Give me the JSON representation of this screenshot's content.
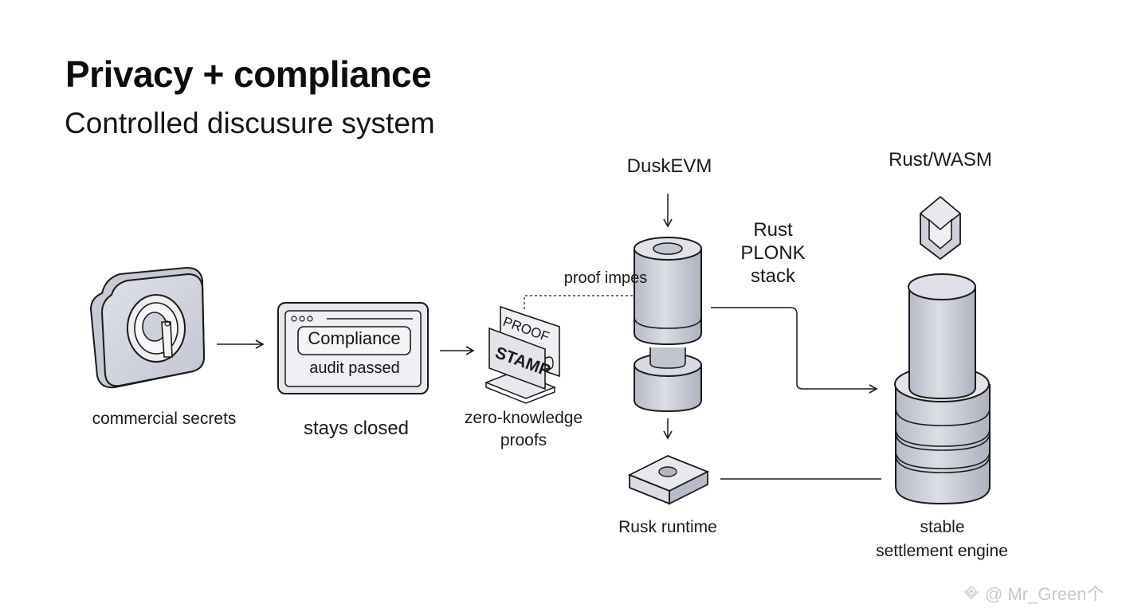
{
  "header": {
    "title": "Privacy + compliance",
    "subtitle": "Controlled discusure system"
  },
  "nodes": {
    "secrets": {
      "label": "commercial secrets",
      "icon": "vault-safe-icon"
    },
    "compliance": {
      "badge": "Compliance",
      "status": "audit passed",
      "label": "stays closed",
      "icon": "browser-window-icon"
    },
    "zk": {
      "stamp_top": "PROOF",
      "stamp_front": "STAMP",
      "label_line1": "zero-knowledge",
      "label_line2": "proofs",
      "icon": "proof-stamp-icon"
    },
    "duskevm": {
      "label": "DuskEVM",
      "icon": "cylinder-stack-icon"
    },
    "proof_link": {
      "label": "proof impes"
    },
    "plonk": {
      "line1": "Rust",
      "line2": "PLONK",
      "line3": "stack"
    },
    "rusk": {
      "label": "Rusk runtime",
      "icon": "block-icon"
    },
    "wasm": {
      "label": "Rust/WASM",
      "icon": "hex-cube-icon"
    },
    "settlement": {
      "line1": "stable",
      "line2": "settlement engine",
      "icon": "database-stack-icon"
    }
  },
  "colors": {
    "shape_fill": "#d3d5de",
    "shape_fill_light": "#e6e7ec",
    "shape_fill_dark": "#b9bcc8",
    "stroke": "#1a1a1a"
  },
  "watermark": {
    "text": "@ Mr_Green个"
  }
}
